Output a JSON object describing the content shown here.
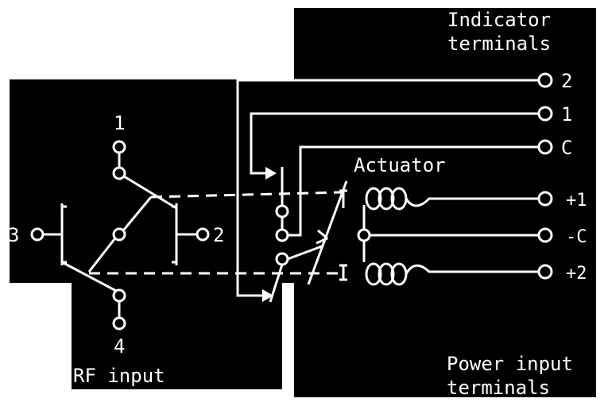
{
  "labels": {
    "indicator_line1": "Indicator",
    "indicator_line2": "terminals",
    "actuator": "Actuator",
    "power_line1": "Power input",
    "power_line2": "terminals",
    "rf_input": "RF input"
  },
  "indicator_terminals": [
    "2",
    "1",
    "C"
  ],
  "power_terminals": [
    "+1",
    "-C",
    "+2"
  ],
  "rf_ports": [
    "1",
    "2",
    "3",
    "4"
  ],
  "colors": {
    "background": "#000000",
    "ink": "#ffffff",
    "page": "#ffffff"
  }
}
